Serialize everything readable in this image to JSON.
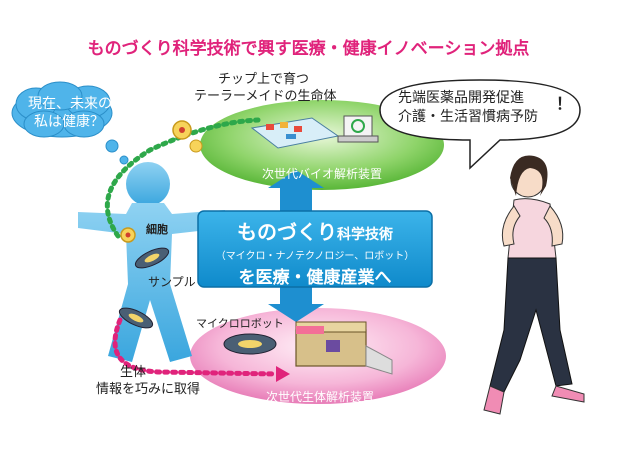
{
  "title": "ものづくり科学技術で興す医療・健康イノベーション拠点",
  "cloud_text": [
    "現在、未来の",
    "私は健康？"
  ],
  "speech_text": [
    "先端医薬品開発促進",
    "介護・生活習慣病予防"
  ],
  "speech_mark": "！",
  "chip_text": [
    "チップ上で育つ",
    "テーラーメイドの生命体"
  ],
  "bio_device_label": "次世代バイオ解析装置",
  "living_device_label": "次世代生体解析装置",
  "microrobot_label": "マイクロロボット",
  "cell_label": "細胞",
  "sample_label": "サンプル",
  "body_info_text": [
    "生体",
    "情報を巧みに取得"
  ],
  "center": {
    "line1_main": "ものづくり",
    "line1_small": "科学技術",
    "line2": "（マイクロ・ナノテクノロジー、ロボット）",
    "line3": "を医療・健康産業へ"
  },
  "colors": {
    "title": "#e0237b",
    "center_box": "#1aa0dc",
    "green_ellipse": "#5bbf3a",
    "pink_ellipse": "#f08cc4",
    "figure": "#5ab8e8",
    "arrow": "#1e8fd0",
    "green_dots": "#2ea84a",
    "pink_dots": "#e0237b"
  }
}
